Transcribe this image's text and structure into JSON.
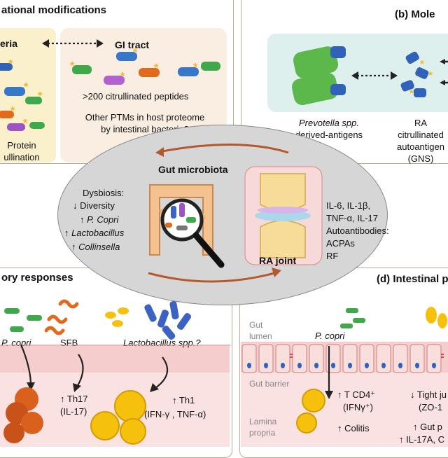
{
  "panel_a": {
    "title": "ational modifications",
    "bacteria_label": "eria",
    "gi_tract": "GI tract",
    "peptides": ">200 citrullinated peptides",
    "ptm_line1": "Other PTMs in host proteome",
    "ptm_line2": "by intestinal bacteria?",
    "protein_line1": "Protein",
    "protein_line2": "ullination"
  },
  "panel_b": {
    "title": "(b) Mole",
    "prevotella_line1": "Prevotella spp.",
    "prevotella_line2": "derived-antigens",
    "ra_line1": "RA",
    "ra_line2": "citrullinated",
    "ra_line3": "autoantigen",
    "ra_line4": "(GNS)"
  },
  "center": {
    "gut_microbiota": "Gut microbiota",
    "dysbiosis": "Dysbiosis:",
    "diversity": "↓ Diversity",
    "p_copri": "↑ P. Copri",
    "lactobacillus": "↑ Lactobacillus",
    "collinsella": "↑ Collinsella",
    "ra_joint": "RA joint",
    "cytokines_1": "IL-6, IL-1β,",
    "cytokines_2": "TNF-α, IL-17",
    "autoantibodies": "Autoantibodies:",
    "acpas": "ACPAs",
    "rf": "RF"
  },
  "panel_c": {
    "title": "ory responses",
    "p_copri": "P. copri",
    "sfb": "SFB",
    "lactobacillus": "Lactobacillus spp.?",
    "th17_1": "↑ Th17",
    "th17_2": "(IL-17)",
    "th1_1": "↑ Th1",
    "th1_2": "(IFN-γ , TNF-α)"
  },
  "panel_d": {
    "title": "(d) Intestinal p",
    "gut_lumen_1": "Gut",
    "gut_lumen_2": "lumen",
    "p_copri": "P. copri",
    "gut_barrier": "Gut barrier",
    "lamina_1": "Lamina",
    "lamina_2": "propria",
    "tcd4_1": "↑ T CD4⁺",
    "tcd4_2": "(IFNγ⁺)",
    "colitis": "↑ Colitis",
    "tight_1": "↓ Tight ju",
    "tight_2": "(ZO-1",
    "gut_p": "↑ Gut p",
    "il17a": "↑ IL-17A, C"
  },
  "colors": {
    "panel_border": "#b9aa93",
    "a_left_bg": "#fbf0cc",
    "a_right_bg": "#faeee2",
    "ellipse_bg": "#d6d6d6",
    "arrow_brown": "#b4592c",
    "epithelium": "#f6cdcd",
    "lamina": "#fbe2e2",
    "th17_orange": "#d9601d",
    "th1_yellow": "#f5c10c"
  }
}
